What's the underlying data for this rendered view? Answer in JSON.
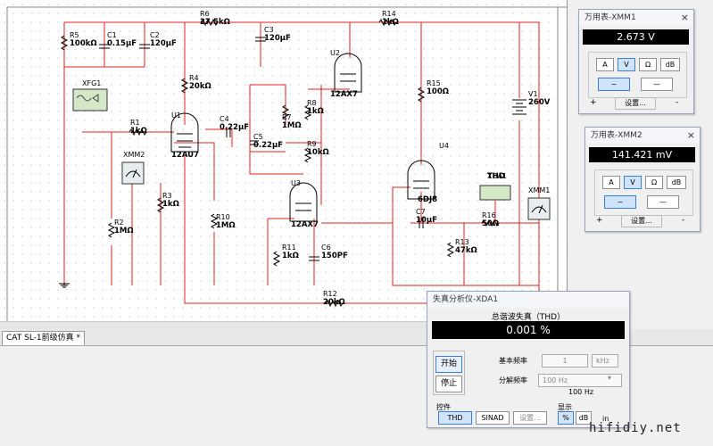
{
  "schematic": {
    "components": {
      "r5": [
        "R5",
        "100kΩ"
      ],
      "c1": [
        "C1",
        "0.15μF"
      ],
      "c2": [
        "C2",
        "120μF"
      ],
      "r6": [
        "R6",
        "27.5kΩ"
      ],
      "c3": [
        "C3",
        "120μF"
      ],
      "r14": [
        "R14",
        "1kΩ"
      ],
      "r4": [
        "R4",
        "20kΩ"
      ],
      "u2": [
        "U2",
        "12AX7"
      ],
      "xfg1": [
        "XFG1",
        ""
      ],
      "r1": [
        "R1",
        "1kΩ"
      ],
      "u1": [
        "U1",
        "12AU7"
      ],
      "c4": [
        "C4",
        "0.22μF"
      ],
      "r7": [
        "R7",
        "1MΩ"
      ],
      "r8": [
        "R8",
        "1kΩ"
      ],
      "r15": [
        "R15",
        "100Ω"
      ],
      "v1": [
        "V1",
        "260V"
      ],
      "c5": [
        "C5",
        "0.22μF"
      ],
      "r9": [
        "R9",
        "10kΩ"
      ],
      "xmm2": [
        "XMM2",
        ""
      ],
      "u4": [
        "U4",
        "6DJ8"
      ],
      "u3": [
        "U3",
        "12AX7"
      ],
      "r3": [
        "R3",
        "1kΩ"
      ],
      "r2": [
        "R2",
        "1MΩ"
      ],
      "r10": [
        "R10",
        "1MΩ"
      ],
      "xda1": [
        "XDA1",
        "THD"
      ],
      "xmm1": [
        "XMM1",
        ""
      ],
      "c7": [
        "C7",
        "10μF"
      ],
      "r16": [
        "R16",
        "50Ω"
      ],
      "r13": [
        "R13",
        "47kΩ"
      ],
      "r11": [
        "R11",
        "1kΩ"
      ],
      "c6": [
        "C6",
        "150PF"
      ],
      "r12": [
        "R12",
        "20kΩ"
      ]
    }
  },
  "tab": {
    "label": "CAT SL-1前级仿真 *"
  },
  "xmm1": {
    "title": "万用表-XMM1",
    "close": "×",
    "reading": "2.673 V",
    "modes": [
      "A",
      "V",
      "Ω",
      "dB"
    ],
    "waves": [
      "~",
      "—"
    ],
    "settings": "设置...",
    "plus": "+",
    "minus": "-"
  },
  "xmm2": {
    "title": "万用表-XMM2",
    "close": "×",
    "reading": "141.421 mV",
    "modes": [
      "A",
      "V",
      "Ω",
      "dB"
    ],
    "waves": [
      "~",
      "—"
    ],
    "settings": "设置...",
    "plus": "+",
    "minus": "-"
  },
  "xda": {
    "title": "失真分析仪-XDA1",
    "subtitle": "总谐波失真（THD）",
    "reading": "0.001 %",
    "start": "开始",
    "stop": "停止",
    "fundamental_label": "基本频率",
    "fundamental_value": "1",
    "fundamental_unit": "kHz",
    "resolution_label": "分解频率",
    "resolution_value": "100 Hz",
    "resolution_display": "100 Hz",
    "controls_label": "控件",
    "thd": "THD",
    "sinad": "SINAD",
    "settings": "设置...",
    "display_label": "显示",
    "percent": "%",
    "db": "dB",
    "in": "in"
  },
  "watermark": "hifidiy.net"
}
